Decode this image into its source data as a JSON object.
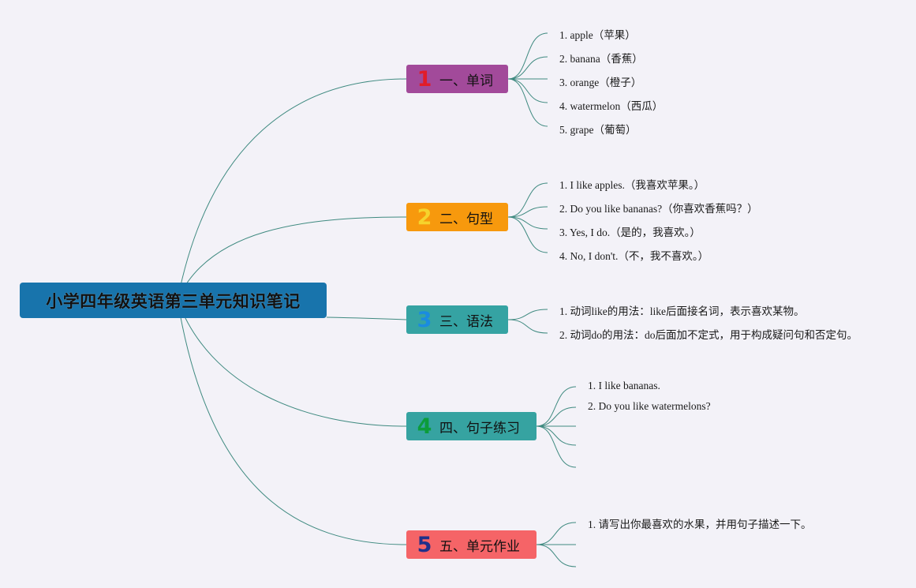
{
  "root": {
    "title": "小学四年级英语第三单元知识笔记"
  },
  "colors": {
    "line": "#3f8a80",
    "root_bg": "#1874ac",
    "b1_bg": "#a24a9a",
    "b1_num": "#e11c2a",
    "b2_bg": "#f7990d",
    "b2_num": "#f6d32c",
    "b3_bg": "#35a3a3",
    "b3_num": "#1a8be0",
    "b4_bg": "#36a3a1",
    "b4_num": "#0c9c3b",
    "b5_bg": "#f56467",
    "b5_num": "#20308a"
  },
  "branches": [
    {
      "num": "1",
      "label": "一、单词",
      "items": [
        "1. apple（苹果）",
        "2. banana（香蕉）",
        "3. orange（橙子）",
        "4. watermelon（西瓜）",
        "5. grape（葡萄）"
      ]
    },
    {
      "num": "2",
      "label": "二、句型",
      "items": [
        "1. I like apples.（我喜欢苹果。）",
        "2. Do you like bananas?（你喜欢香蕉吗？）",
        "3. Yes, I do.（是的，我喜欢。）",
        "4. No, I don't.（不，我不喜欢。）"
      ]
    },
    {
      "num": "3",
      "label": "三、语法",
      "items": [
        "1. 动词like的用法：like后面接名词，表示喜欢某物。",
        "2. 动词do的用法：do后面加不定式，用于构成疑问句和否定句。"
      ]
    },
    {
      "num": "4",
      "label": "四、句子练习",
      "items": [
        "1. I like bananas.",
        "2. Do you like watermelons?",
        "",
        "",
        ""
      ]
    },
    {
      "num": "5",
      "label": "五、单元作业",
      "items": [
        "1. 请写出你最喜欢的水果，并用句子描述一下。",
        "",
        ""
      ]
    }
  ]
}
